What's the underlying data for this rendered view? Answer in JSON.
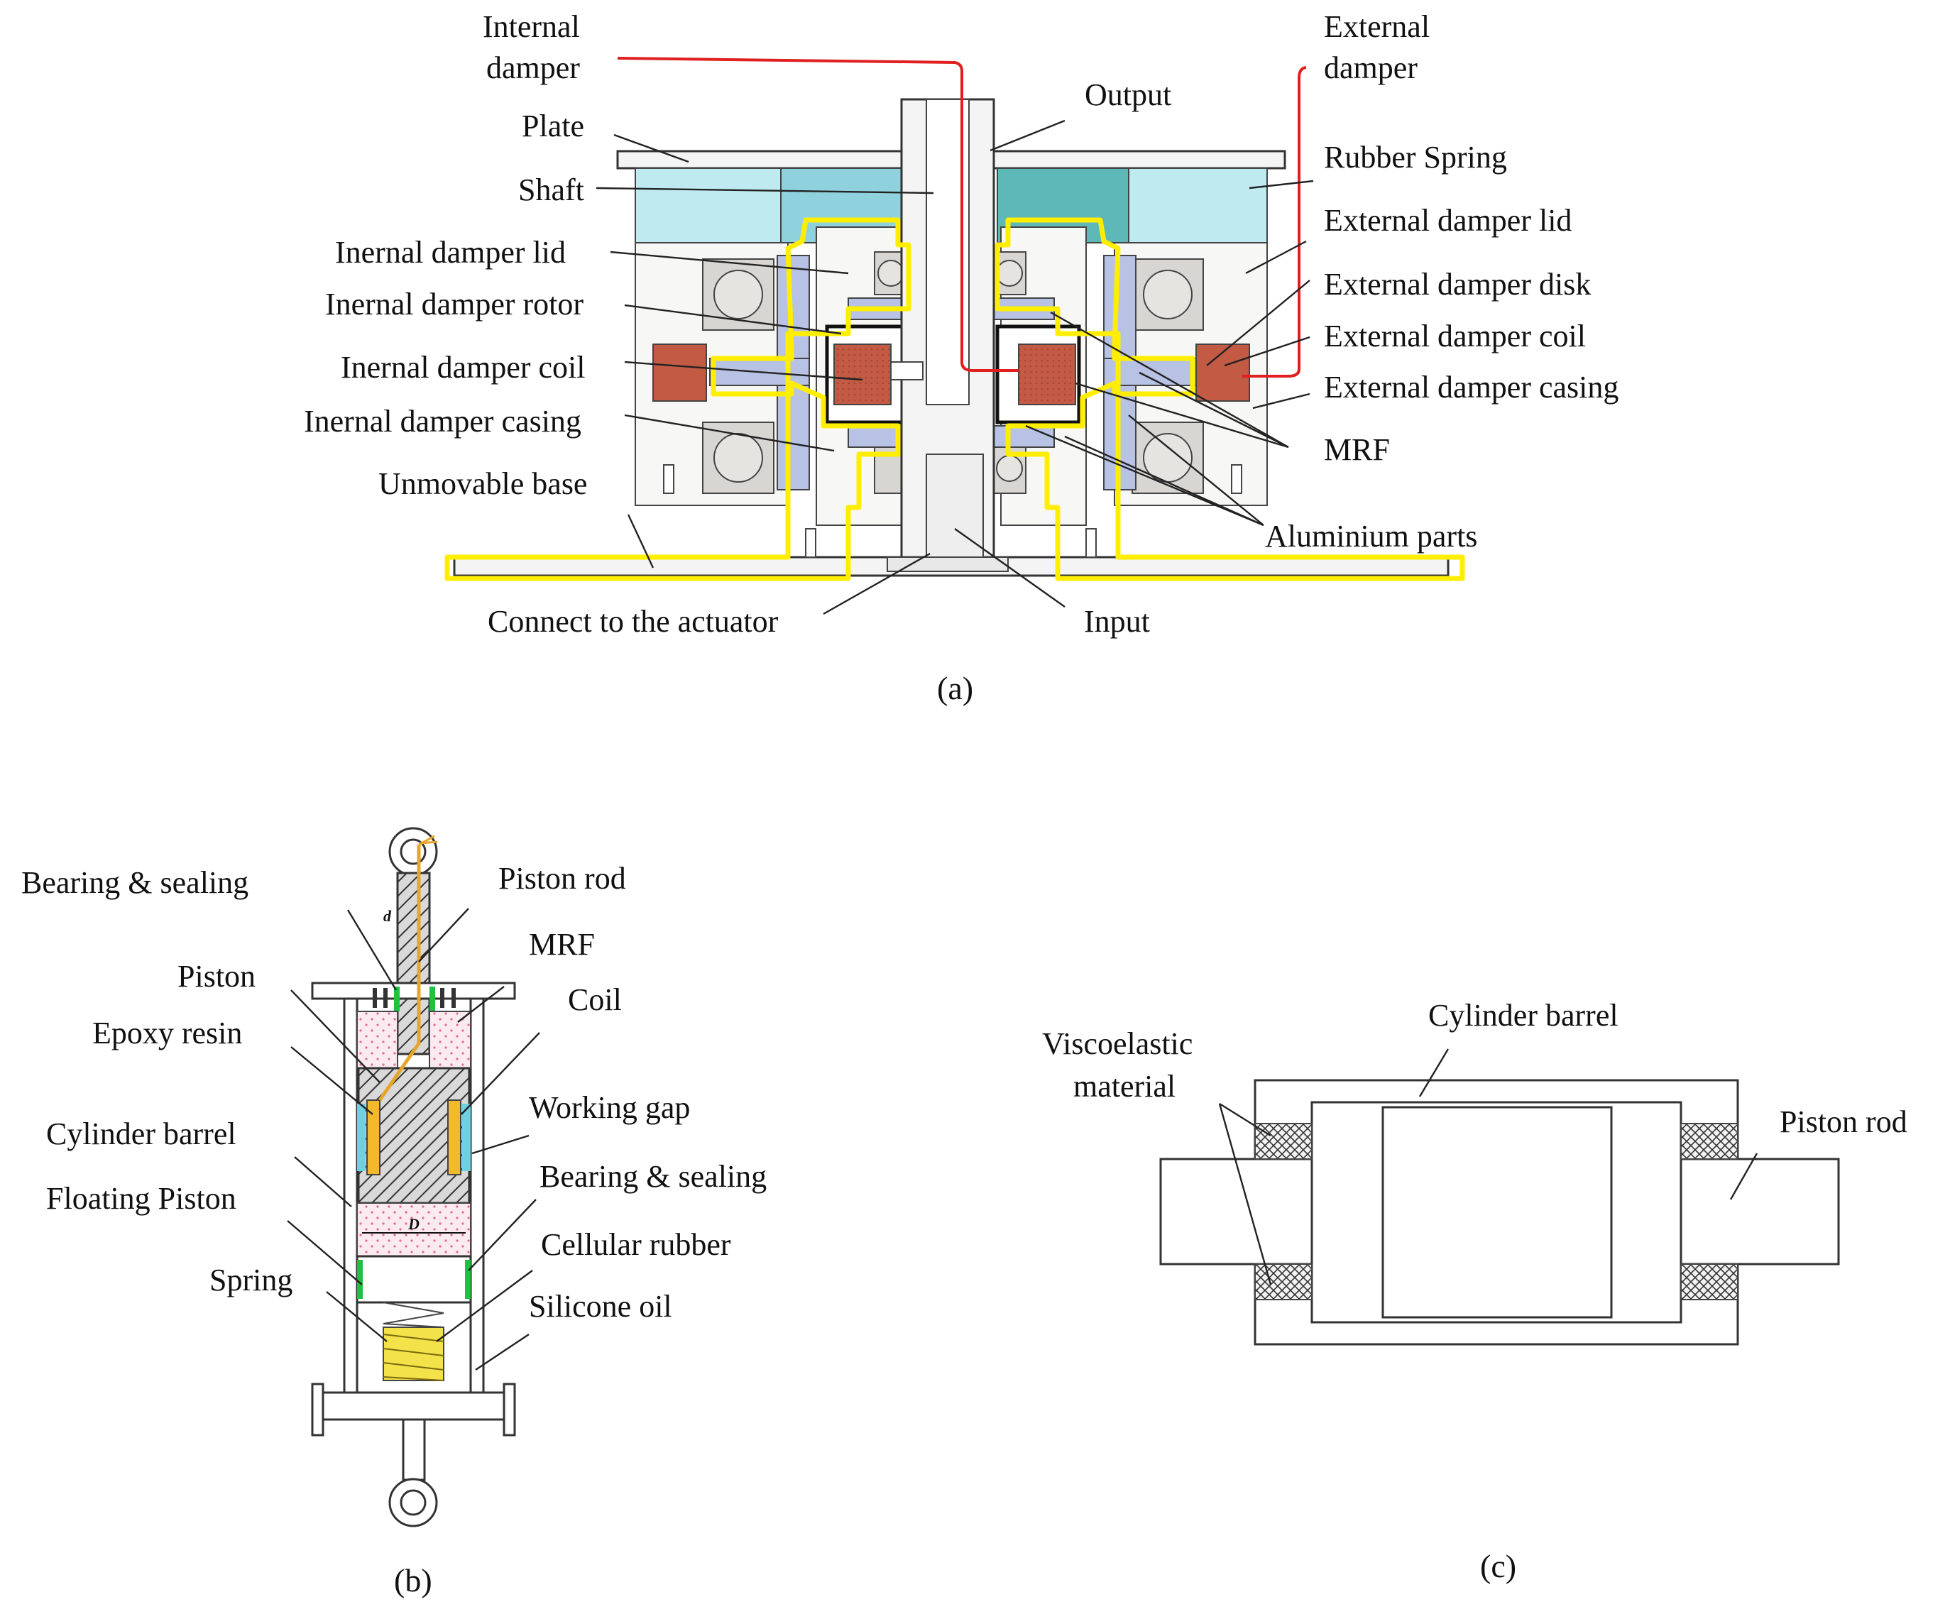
{
  "figure_a": {
    "caption": "(a)",
    "labels": {
      "internal_damper": [
        "Internal",
        "damper"
      ],
      "external_damper": [
        "External",
        "damper"
      ],
      "output": "Output",
      "plate": "Plate",
      "shaft": "Shaft",
      "internal_lid": "Inernal damper lid",
      "internal_rotor": "Inernal damper rotor",
      "internal_coil": "Inernal damper coil",
      "internal_casing": "Inernal damper casing",
      "unmovable_base": "Unmovable base",
      "rubber_spring": "Rubber Spring",
      "external_lid": "External damper lid",
      "external_disk": "External damper disk",
      "external_coil": "External damper coil",
      "external_casing": "External damper casing",
      "mrf": "MRF",
      "aluminium": "Aluminium parts",
      "connect": "Connect to the actuator",
      "input": "Input"
    },
    "colors": {
      "rubber": "#bfeaf0",
      "coil": "#c35a44",
      "disk": "#b7c2e4",
      "bearing": "#d8d6d2",
      "highlight": "#ffee00",
      "wire": "#e02020"
    }
  },
  "figure_b": {
    "caption": "(b)",
    "labels": {
      "bearing_sealing_top": "Bearing & sealing",
      "piston_rod": "Piston rod",
      "mrf": "MRF",
      "piston": "Piston",
      "coil": "Coil",
      "epoxy": "Epoxy resin",
      "working_gap": "Working gap",
      "cylinder_barrel": "Cylinder barrel",
      "bearing_sealing_bottom": "Bearing & sealing",
      "floating_piston": "Floating Piston",
      "cellular_rubber": "Cellular rubber",
      "spring": "Spring",
      "silicone_oil": "Silicone oil",
      "dim_d": "d",
      "dim_D": "D"
    }
  },
  "figure_c": {
    "caption": "(c)",
    "labels": {
      "viscoelastic": [
        "Viscoelastic",
        "material"
      ],
      "cylinder_barrel": "Cylinder barrel",
      "piston_rod": "Piston rod"
    }
  }
}
